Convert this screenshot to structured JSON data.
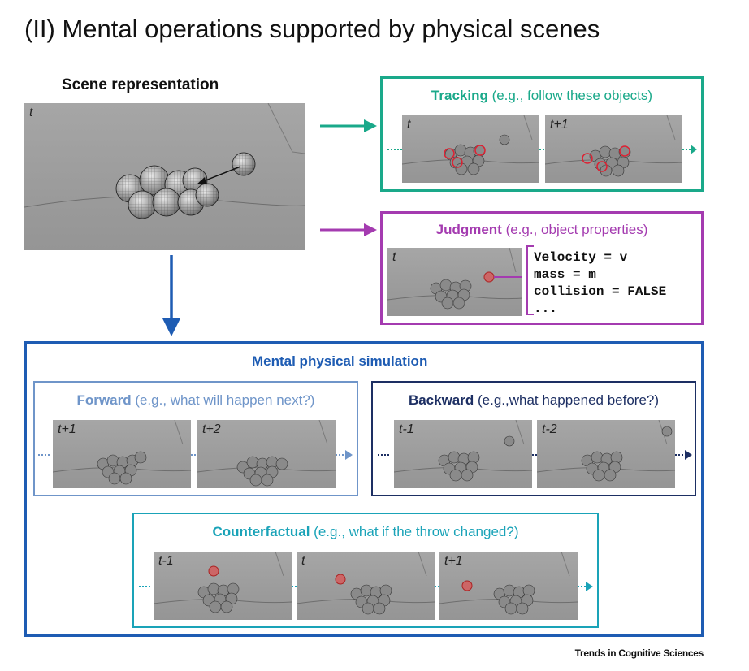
{
  "title": "(II) Mental operations supported by physical scenes",
  "scene": {
    "label": "Scene representation",
    "frame_label": "t"
  },
  "tracking": {
    "bold": "Tracking",
    "rest": " (e.g., follow these objects)",
    "frames": [
      "t",
      "t+1"
    ],
    "color": "#1aa98a"
  },
  "judgment": {
    "bold": "Judgment",
    "rest": " (e.g., object properties)",
    "frame": "t",
    "color": "#a43bb0",
    "lines": [
      "Velocity = v",
      "mass = m",
      "collision = FALSE",
      "..."
    ]
  },
  "simulation": {
    "title": "Mental physical simulation",
    "color": "#1e5cb3",
    "forward": {
      "bold": "Forward",
      "rest": " (e.g., what will happen next?)",
      "frames": [
        "t+1",
        "t+2"
      ],
      "color": "#6f95c9"
    },
    "backward": {
      "bold": "Backward",
      "rest": " (e.g.,what happened before?)",
      "frames": [
        "t-1",
        "t-2"
      ],
      "color": "#1d2f63"
    },
    "counterfactual": {
      "bold": "Counterfactual",
      "rest": " (e.g., what if the throw changed?)",
      "frames": [
        "t-1",
        "t",
        "t+1"
      ],
      "color": "#1aa3b8"
    }
  },
  "credit": "Trends in Cognitive Sciences"
}
